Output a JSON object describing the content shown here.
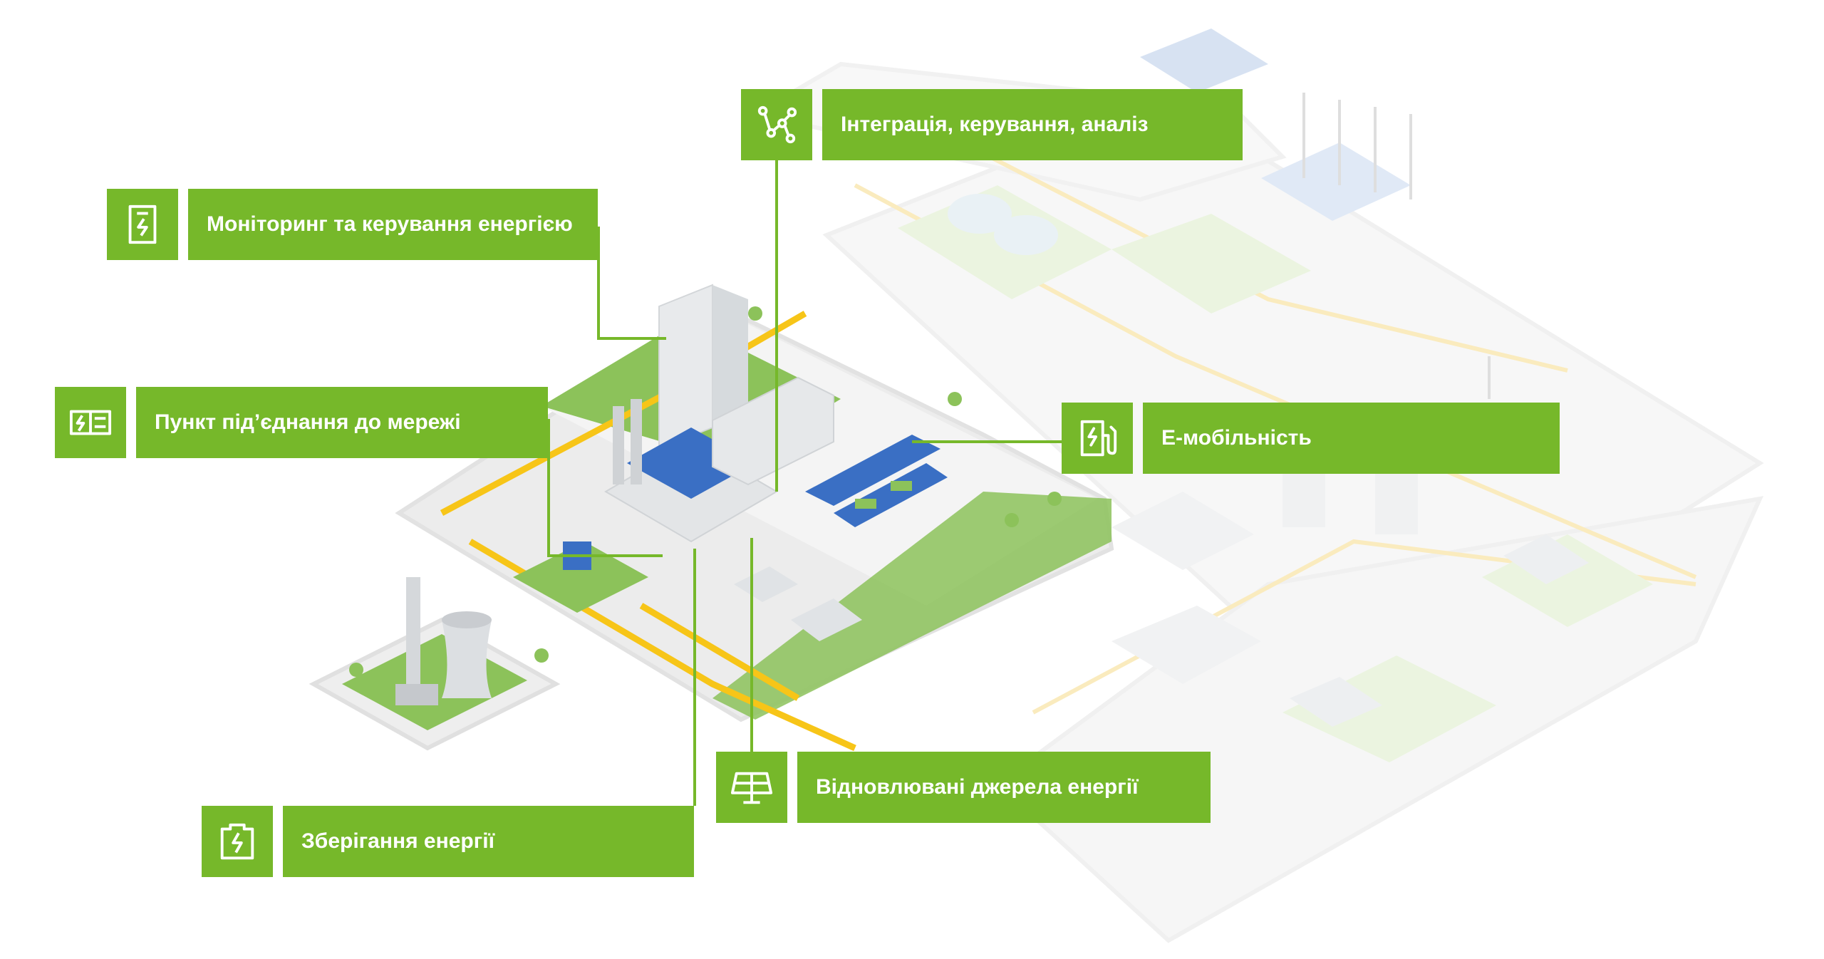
{
  "colors": {
    "accent": "#76b82a",
    "accent_light": "#cfe6b3",
    "ground": "#f0f0f0",
    "ground_edge": "#e3e3e3",
    "power_line": "#f7c518",
    "solar_blue": "#3a6fc4",
    "building": "#e6e8ea"
  },
  "callouts": [
    {
      "id": "integration",
      "label": "Інтеграція, керування, аналіз",
      "icon": "network-analytics-icon"
    },
    {
      "id": "monitoring",
      "label": "Моніторинг та керування енергією",
      "icon": "energy-meter-icon"
    },
    {
      "id": "grid",
      "label": "Пункт під’єднання до мережі",
      "icon": "grid-connection-icon"
    },
    {
      "id": "emobility",
      "label": "Е-мобільність",
      "icon": "ev-charger-icon"
    },
    {
      "id": "renewables",
      "label": "Відновлювані джерела енергії",
      "icon": "solar-panel-icon"
    },
    {
      "id": "storage",
      "label": "Зберігання енергії",
      "icon": "battery-storage-icon"
    }
  ]
}
